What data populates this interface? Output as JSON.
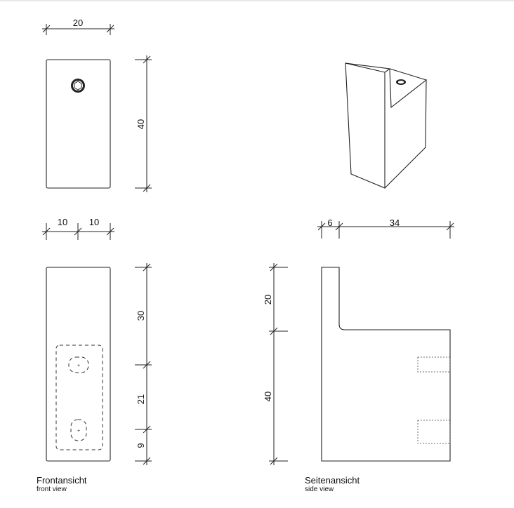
{
  "front_view_top": {
    "width_dim": "20",
    "height_dim": "40"
  },
  "front_view_bottom": {
    "left_half_dim": "10",
    "right_half_dim": "10",
    "dims": [
      "30",
      "21",
      "9"
    ]
  },
  "side_view": {
    "depth_small_dim": "6",
    "depth_dim": "34",
    "dims": [
      "20",
      "40"
    ]
  },
  "captions": {
    "front": {
      "title": "Frontansicht",
      "subtitle": "front view"
    },
    "side": {
      "title": "Seitenansicht",
      "subtitle": "side view"
    }
  }
}
